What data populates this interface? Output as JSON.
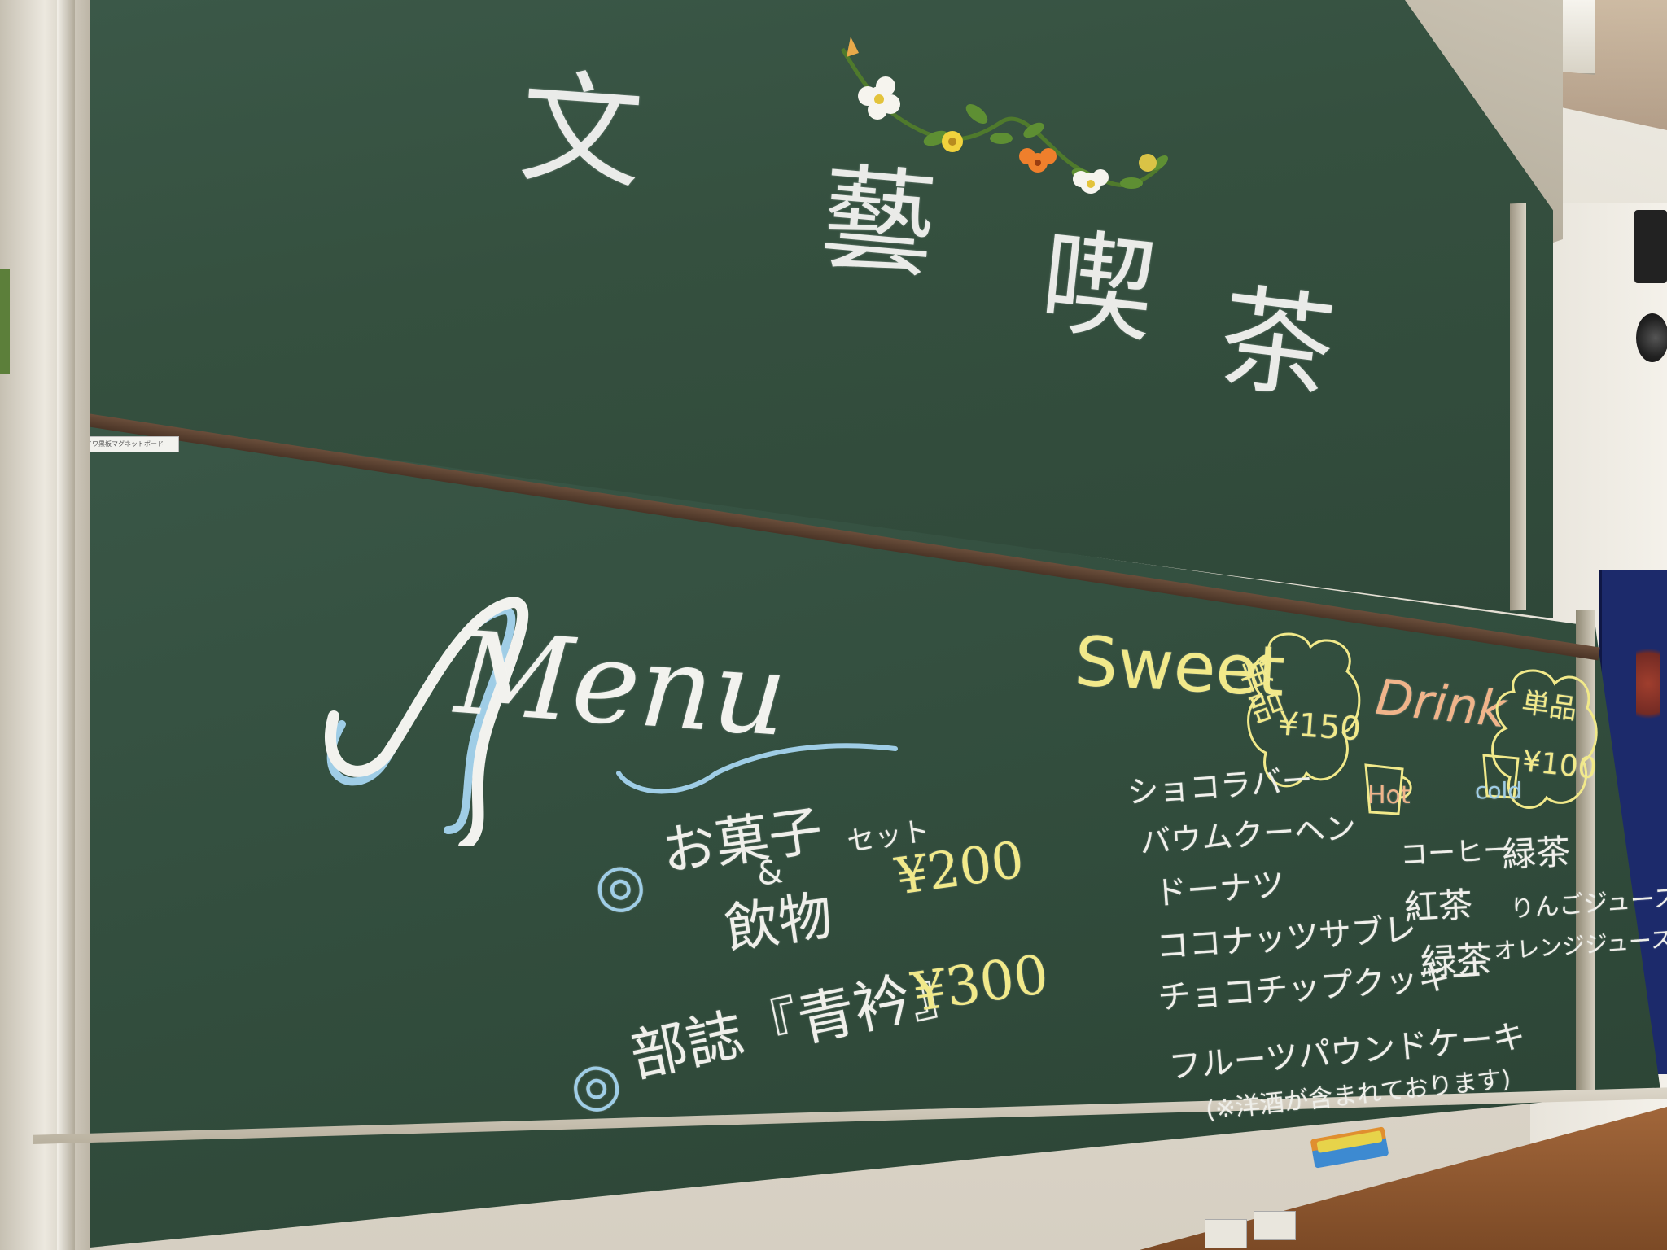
{
  "board": {
    "title_chars": [
      "文",
      "藝",
      "喫",
      "茶"
    ],
    "sticker_text": "シライワ黒板マグネットボード"
  },
  "menu": {
    "heading": "Menu",
    "items": [
      {
        "marker": "◎",
        "name_line1": "お菓子",
        "name_and": "&",
        "name_line2": "飲物",
        "set": "セット",
        "price": "¥200"
      },
      {
        "marker": "◎",
        "name": "部誌『青衿』",
        "price": "¥300"
      }
    ]
  },
  "sweet": {
    "heading": "Sweet",
    "badge_line1": "単品",
    "badge_price": "¥150",
    "items": [
      "ショコラバー",
      "バウムクーヘン",
      "ドーナツ",
      "ココナッツサブレ",
      "チョコチップクッキー",
      "フルーツパウンドケーキ"
    ],
    "note": "(※洋酒が含まれております)"
  },
  "drink": {
    "heading": "Drink",
    "badge_line1": "単品",
    "badge_price": "¥100",
    "hot_label": "Hot",
    "cold_label": "cold",
    "hot_items": [
      "コーヒー",
      "紅茶",
      "緑茶"
    ],
    "cold_items": [
      "緑茶",
      "りんごジュース",
      "オレンジジュース"
    ]
  },
  "colors": {
    "board": "#34503f",
    "chalk_white": "#f2f2ee",
    "chalk_yellow": "#f1e98a",
    "chalk_blue": "#9fcde6",
    "rail": "#5a3f2e"
  }
}
